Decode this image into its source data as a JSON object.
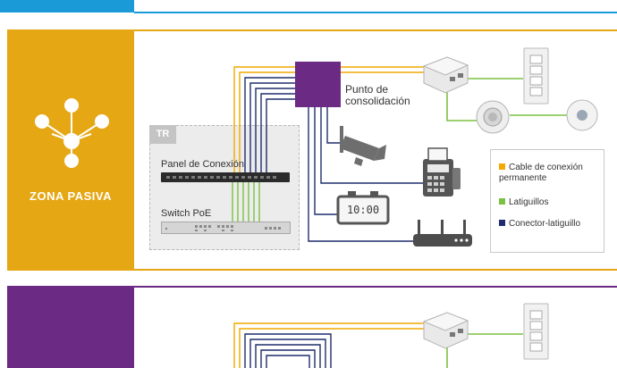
{
  "zone": {
    "label": "ZONA PASIVA"
  },
  "tr": {
    "label": "TR",
    "panel_label": "Panel de Conexión",
    "switch_label": "Switch PoE"
  },
  "consolidation_point": {
    "line1": "Punto de",
    "line2": "consolidación"
  },
  "clock": {
    "display": "10:00"
  },
  "legend": {
    "items": [
      {
        "label": "Cable de conexión permanente",
        "color": "#f2a900"
      },
      {
        "label": "Latiguillos",
        "color": "#7bc142"
      },
      {
        "label": "Conector-latiguillo",
        "color": "#1f2d6d"
      }
    ]
  },
  "colors": {
    "accent_blue": "#1a9bd7",
    "accent_orange": "#e5a714",
    "accent_purple": "#6b2a84",
    "cable_orange": "#f2a900",
    "cable_green": "#7bc142",
    "cable_navy": "#1f2d6d"
  },
  "icons": [
    "hub-icon",
    "cctv-camera-icon",
    "pos-terminal-icon",
    "clock-icon",
    "router-icon",
    "outlet-box-icon",
    "wall-switch-icon",
    "ceiling-sensor-icon",
    "access-point-icon"
  ]
}
